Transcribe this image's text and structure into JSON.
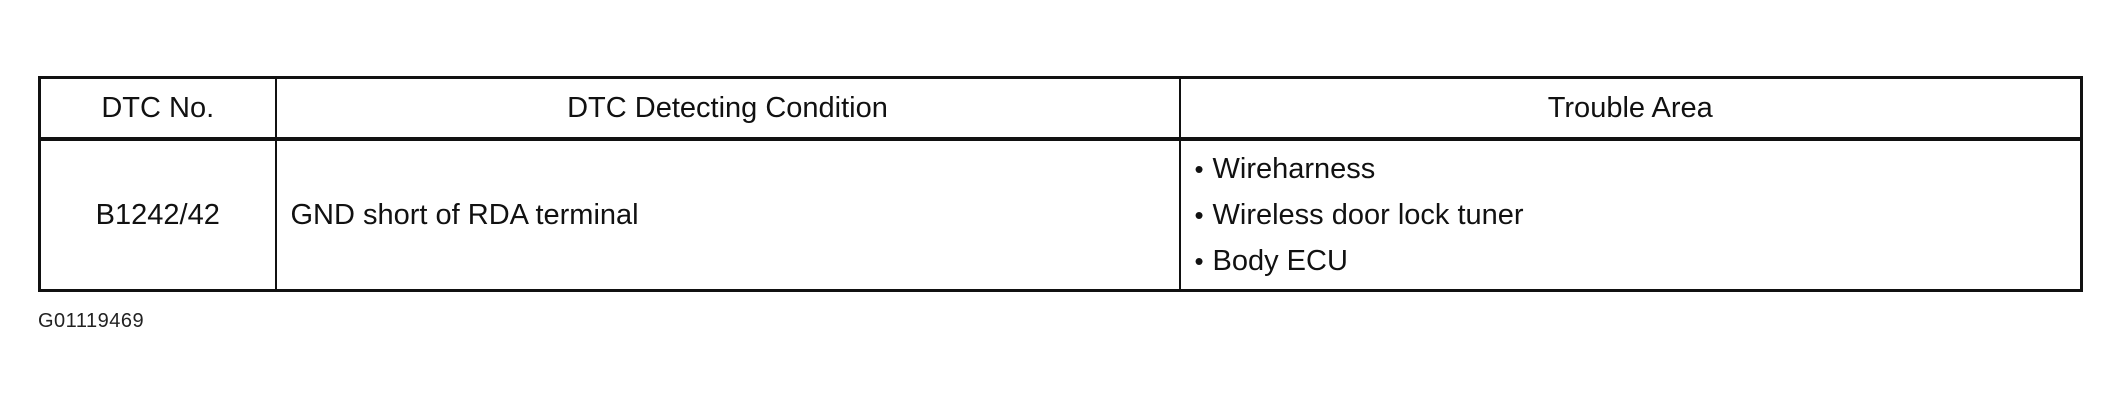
{
  "table": {
    "headers": [
      "DTC No.",
      "DTC Detecting Condition",
      "Trouble Area"
    ],
    "rows": [
      {
        "dtc_no": "B1242/42",
        "condition": "GND short of RDA terminal",
        "trouble_areas": [
          "Wireharness",
          "Wireless door lock tuner",
          "Body ECU"
        ]
      }
    ]
  },
  "bullet_glyph": "•",
  "figure_id": "G01119469"
}
